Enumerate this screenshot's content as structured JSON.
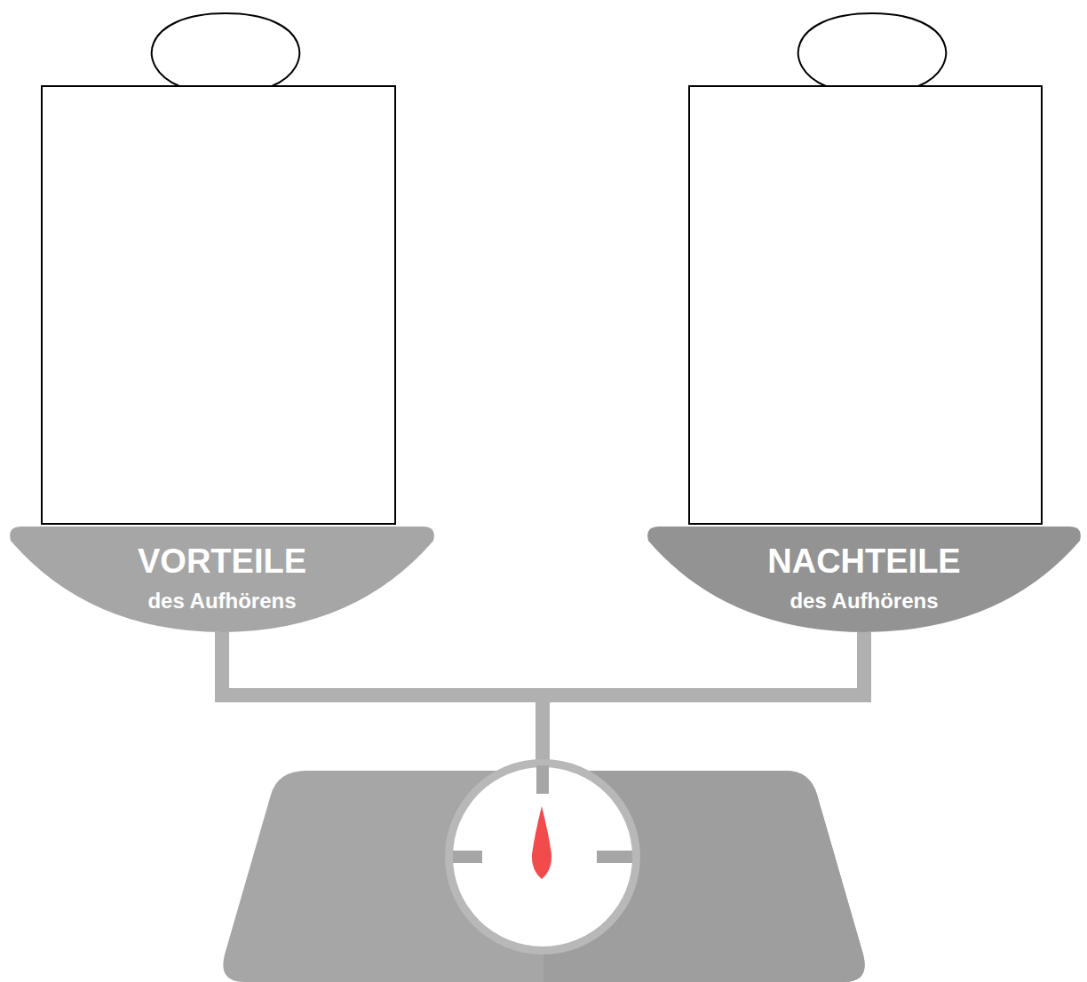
{
  "diagram": {
    "nodes": [
      {
        "text": [
          "VORTEILE",
          "des Aufhörens"
        ]
      },
      {
        "text": [
          "NACHTEILE",
          "des Aufhörens"
        ]
      }
    ],
    "edges": [
      {
        "from": 0,
        "to": 1,
        "arrow": "none"
      }
    ]
  }
}
